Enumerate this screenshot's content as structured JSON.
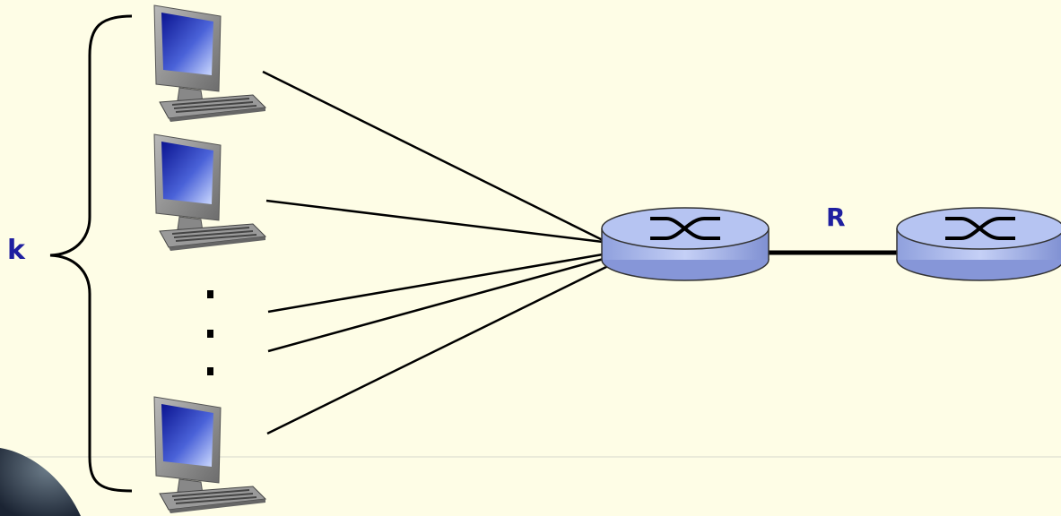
{
  "diagram": {
    "host_count_label": "k",
    "link_rate_label": "R",
    "ellipsis": ":",
    "colors": {
      "background": "#fefde6",
      "label": "#1f1fa0",
      "line": "#000000",
      "router_fill": "#a9b9ee",
      "screen": "#2a3ab8"
    },
    "icons": [
      "computer-icon",
      "router-icon",
      "curly-brace"
    ]
  }
}
